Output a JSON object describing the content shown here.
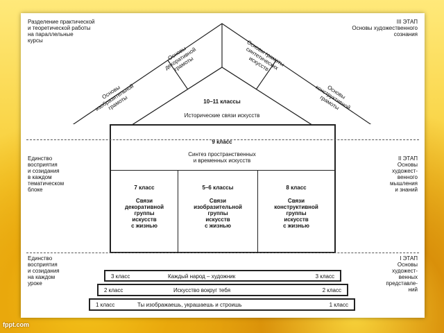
{
  "left": {
    "top": "Разделение практической\nи теоретической работы\nна параллельные\nкурсы",
    "mid": "Единство\nвосприятия\nи созидания\nв каждом\nтематическом\nблоке",
    "bot": "Единство\nвосприятия\nи созидания\nна каждом\nуроке"
  },
  "right": {
    "top": "III ЭТАП\nОсновы художественного\nсознания",
    "mid": "II ЭТАП\nОсновы\nхудожест-\nвенного\nмышления\nи знаний",
    "bot": "I ЭТАП\nОсновы\nхудожест-\nвенных\nпредставле-\nний"
  },
  "roof": {
    "b1": "Основы\nизобразительной\nграмоты",
    "b2": "Основы\nдекоративной\nграмоты",
    "b3": "Основы грамоты\nсинтетических\nискусств",
    "b4": "Основы\nконструктивной\nграмоты",
    "grade": "10–11 классы",
    "subtitle": "Исторические связи искусств"
  },
  "middle": {
    "grade": "9 класс",
    "synth": "Синтез пространственных\nи временных искусств",
    "c1_grade": "7 класс",
    "c1_text": "Связи\nдекоративной\nгруппы\nискусств\nс жизнью",
    "c2_grade": "5–6 классы",
    "c2_text": "Связи\nизобразительной\nгруппы\nискусств\nс жизнью",
    "c3_grade": "8 класс",
    "c3_text": "Связи\nконструктивной\nгруппы\nискусств\nс жизнью"
  },
  "steps": [
    {
      "grade_l": "3 класс",
      "title": "Каждый народ – художник",
      "grade_r": "3 класс"
    },
    {
      "grade_l": "2 класс",
      "title": "Искусство вокруг тебя",
      "grade_r": "2 класс"
    },
    {
      "grade_l": "1 класс",
      "title": "Ты изображаешь, украшаешь и строишь",
      "grade_r": "1 класс"
    }
  ],
  "watermark": "fppt.com"
}
